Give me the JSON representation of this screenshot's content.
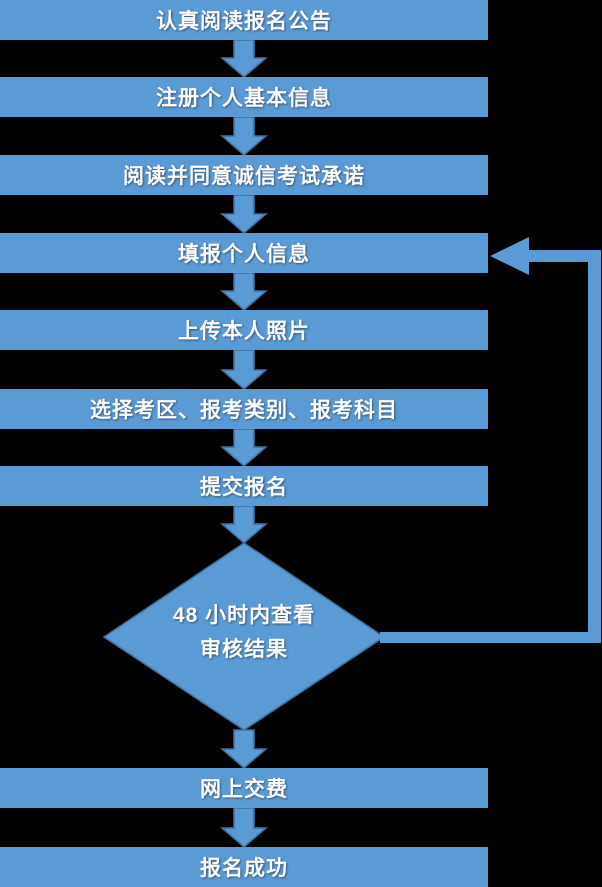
{
  "flow": {
    "colors": {
      "background": "#000000",
      "node_fill": "#5B9BD5",
      "node_border": "#41719C",
      "text": "#FFFFFF"
    },
    "steps": [
      {
        "label": "认真阅读报名公告"
      },
      {
        "label": "注册个人基本信息"
      },
      {
        "label": "阅读并同意诚信考试承诺"
      },
      {
        "label": "填报个人信息"
      },
      {
        "label": "上传本人照片"
      },
      {
        "label": "选择考区、报考类别、报考科目"
      },
      {
        "label": "提交报名"
      },
      {
        "label": "网上交费"
      },
      {
        "label": "报名成功"
      }
    ],
    "decision": {
      "line1": "48 小时内查看",
      "line2": "审核结果"
    }
  }
}
